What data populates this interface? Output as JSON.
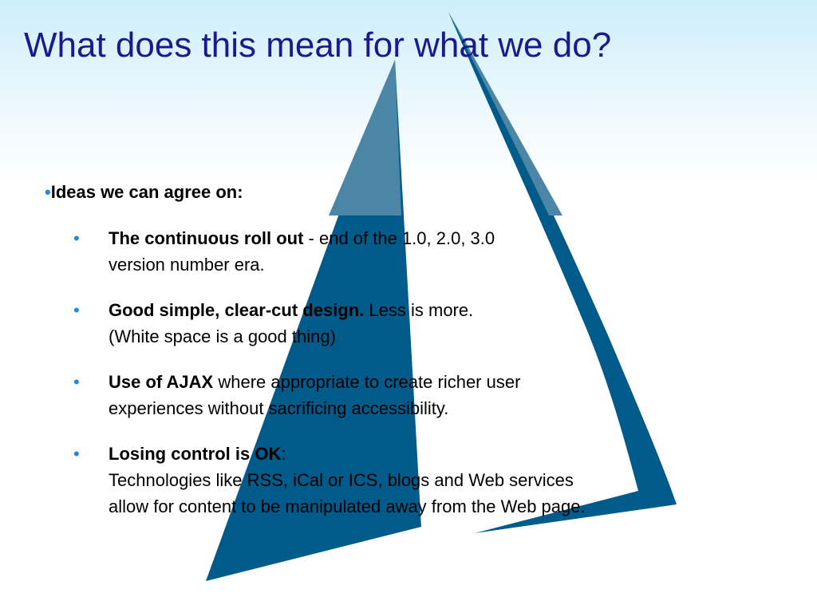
{
  "slide": {
    "title": "What does this mean for what we do?",
    "top_bullet": "Ideas we can agree on:",
    "bullet_char": "•",
    "items": [
      {
        "bold": "The continuous roll out",
        "rest": " - end of the 1.0, 2.0, 3.0",
        "line2": "version number era.",
        "line3": ""
      },
      {
        "bold": "Good simple, clear-cut design.",
        "rest": " Less is more.",
        "line2": "(White space is a good thing)",
        "line3": ""
      },
      {
        "bold": "Use of AJAX",
        "rest": " where appropriate to create richer user",
        "line2": "experiences without sacrificing accessibility.",
        "line3": ""
      },
      {
        "bold": "Losing control is OK",
        "rest": ":",
        "line2": "Technologies like RSS, iCal or ICS, blogs and Web services",
        "line3": "allow for content to be manipulated away from the Web page."
      }
    ]
  },
  "colors": {
    "title": "#1a1a8c",
    "bullet": "#1e88e5",
    "sail_dark": "#005a8a",
    "sail_light": "#4b86a6"
  }
}
